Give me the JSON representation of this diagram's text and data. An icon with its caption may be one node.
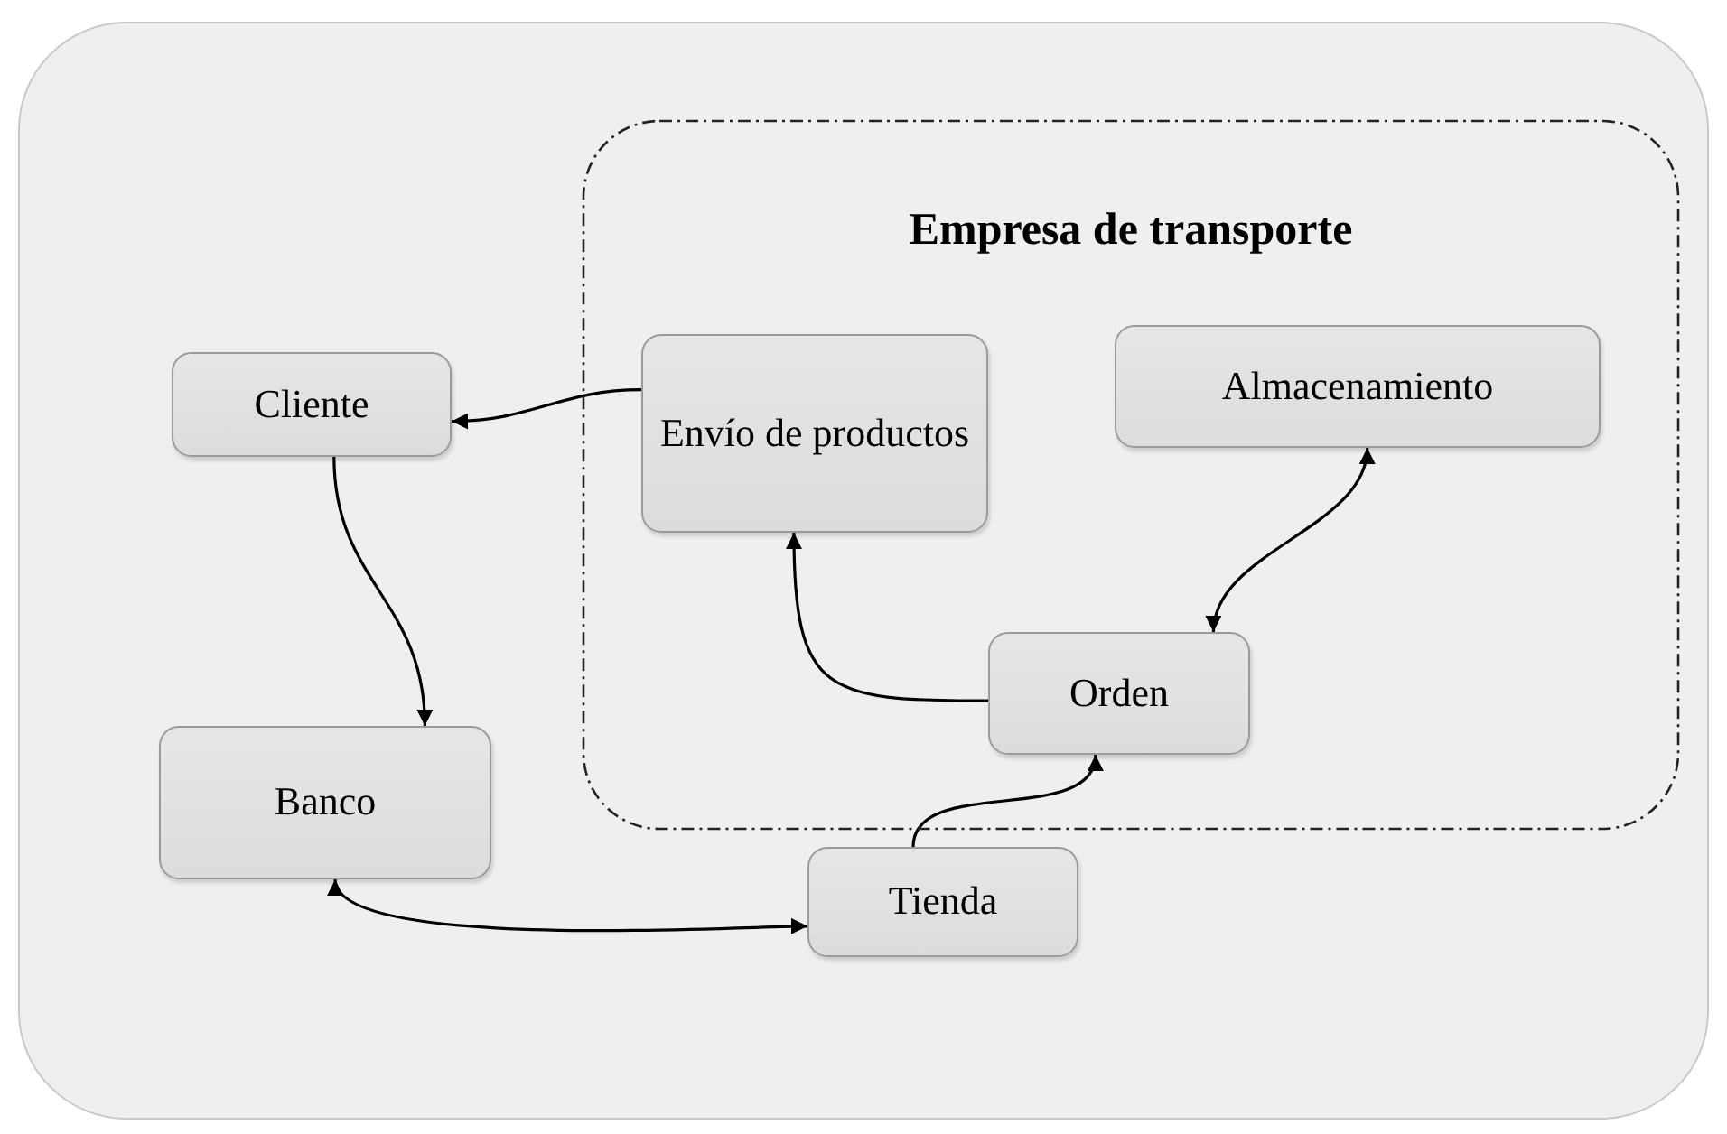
{
  "diagram": {
    "nodes": [
      {
        "text": [
          "Empresa de transporte"
        ]
      },
      {
        "text": [
          "Cliente"
        ]
      },
      {
        "text": [
          "Envío de productos"
        ],
        "in": 0
      },
      {
        "text": [
          "Almacenamiento"
        ],
        "in": 0
      },
      {
        "text": [
          "Orden"
        ],
        "in": 0
      },
      {
        "text": [
          "Banco"
        ]
      },
      {
        "text": [
          "Tienda"
        ]
      }
    ],
    "edges": [
      {
        "from": 2,
        "to": 1,
        "arrow": "to"
      },
      {
        "from": 1,
        "to": 5,
        "arrow": "to"
      },
      {
        "from": 4,
        "to": 2,
        "arrow": "to"
      },
      {
        "from": 4,
        "to": 3,
        "arrow": "both"
      },
      {
        "from": 5,
        "to": 6,
        "arrow": "both"
      },
      {
        "from": 6,
        "to": 4,
        "arrow": "to"
      }
    ]
  }
}
